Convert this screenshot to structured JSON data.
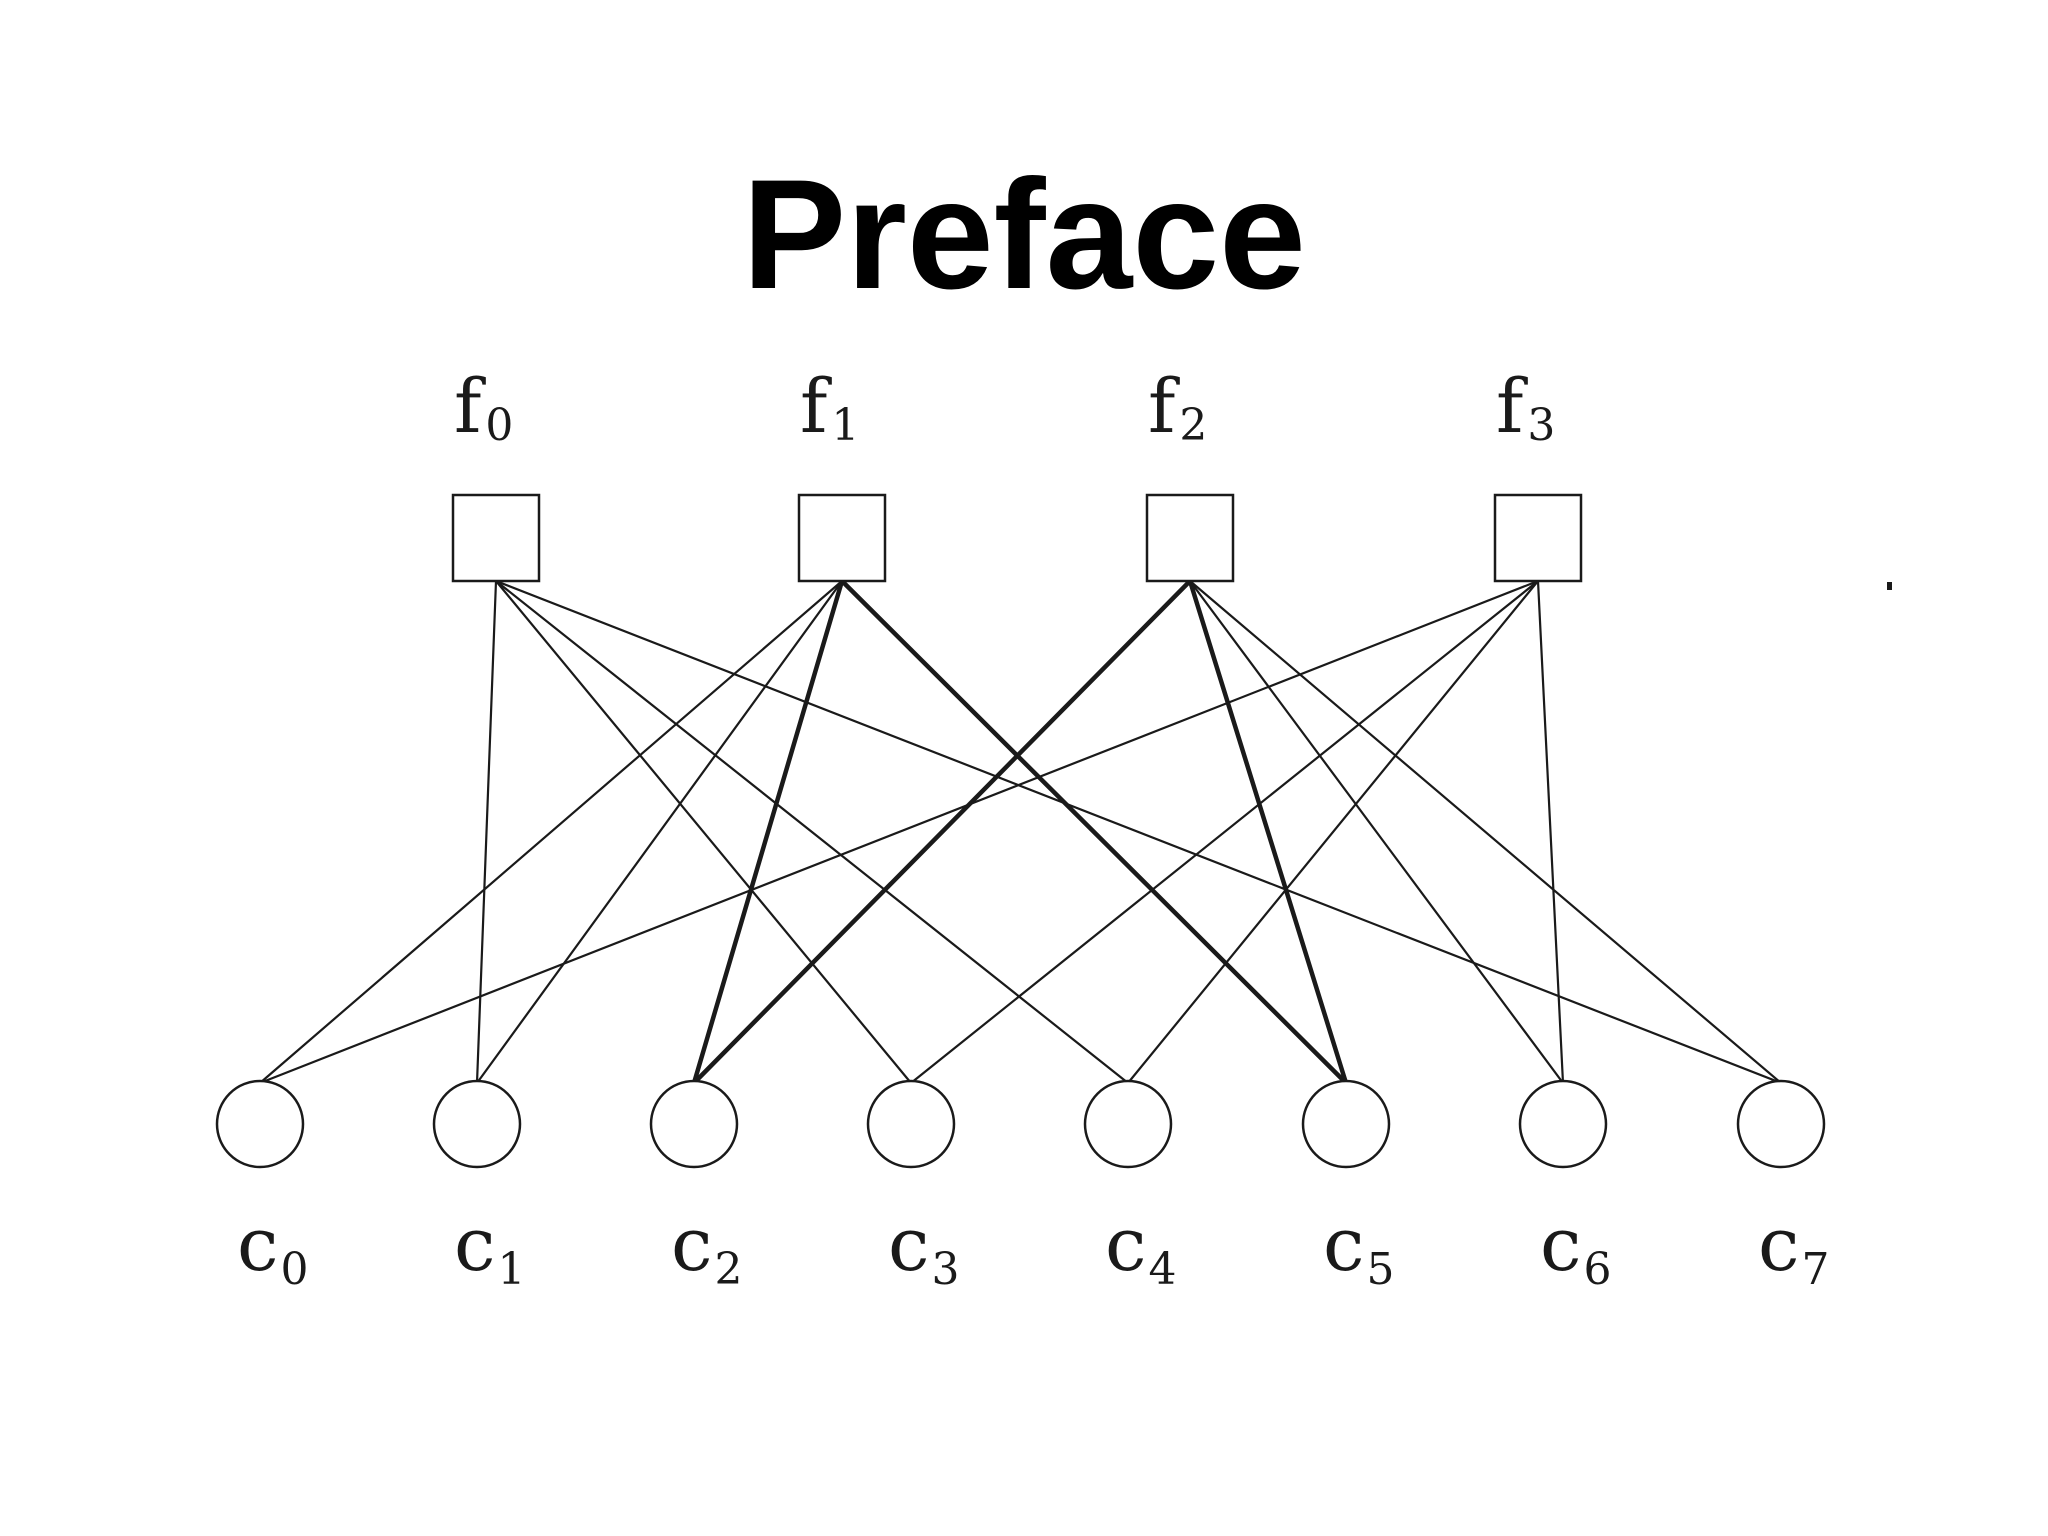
{
  "title": "Preface",
  "factor_nodes": [
    {
      "letter": "f",
      "index": "0"
    },
    {
      "letter": "f",
      "index": "1"
    },
    {
      "letter": "f",
      "index": "2"
    },
    {
      "letter": "f",
      "index": "3"
    }
  ],
  "check_nodes": [
    {
      "letter": "c",
      "index": "0"
    },
    {
      "letter": "c",
      "index": "1"
    },
    {
      "letter": "c",
      "index": "2"
    },
    {
      "letter": "c",
      "index": "3"
    },
    {
      "letter": "c",
      "index": "4"
    },
    {
      "letter": "c",
      "index": "5"
    },
    {
      "letter": "c",
      "index": "6"
    },
    {
      "letter": "c",
      "index": "7"
    }
  ],
  "edges": [
    {
      "from": 0,
      "to": 1,
      "bold": false
    },
    {
      "from": 0,
      "to": 3,
      "bold": false
    },
    {
      "from": 0,
      "to": 4,
      "bold": false
    },
    {
      "from": 0,
      "to": 7,
      "bold": false
    },
    {
      "from": 1,
      "to": 0,
      "bold": false
    },
    {
      "from": 1,
      "to": 1,
      "bold": false
    },
    {
      "from": 1,
      "to": 2,
      "bold": true
    },
    {
      "from": 1,
      "to": 5,
      "bold": true
    },
    {
      "from": 2,
      "to": 2,
      "bold": true
    },
    {
      "from": 2,
      "to": 5,
      "bold": true
    },
    {
      "from": 2,
      "to": 6,
      "bold": false
    },
    {
      "from": 2,
      "to": 7,
      "bold": false
    },
    {
      "from": 3,
      "to": 0,
      "bold": false
    },
    {
      "from": 3,
      "to": 3,
      "bold": false
    },
    {
      "from": 3,
      "to": 4,
      "bold": false
    },
    {
      "from": 3,
      "to": 6,
      "bold": false
    }
  ],
  "colors": {
    "stroke": "#1a1a1a",
    "node_fill": "#ffffff",
    "title": "#000000"
  }
}
